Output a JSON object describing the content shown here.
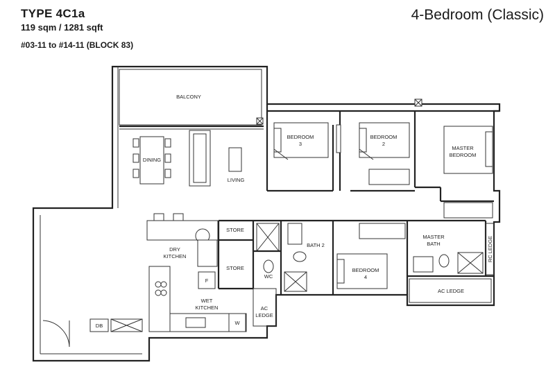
{
  "header": {
    "unit_type": "TYPE  4C1a",
    "area": "119 sqm / 1281 sqft",
    "units": "#03-11 to #14-11 (BLOCK 83)",
    "bedroom_type": "4-Bedroom (Classic)"
  },
  "rooms": {
    "balcony": "BALCONY",
    "dining": "DINING",
    "living": "LIVING",
    "bedroom3_l1": "BEDROOM",
    "bedroom3_l2": "3",
    "bedroom2_l1": "BEDROOM",
    "bedroom2_l2": "2",
    "master_bedroom_l1": "MASTER",
    "master_bedroom_l2": "BEDROOM",
    "store1": "STORE",
    "store2": "STORE",
    "dry_kitchen_l1": "DRY",
    "dry_kitchen_l2": "KITCHEN",
    "wet_kitchen_l1": "WET",
    "wet_kitchen_l2": "KITCHEN",
    "bath2": "BATH 2",
    "wc": "WC",
    "bedroom4_l1": "BEDROOM",
    "bedroom4_l2": "4",
    "master_bath_l1": "MASTER",
    "master_bath_l2": "BATH",
    "rc_ledge": "RC LEDGE",
    "ac_ledge_right": "AC LEDGE",
    "ac_ledge_left_l1": "AC",
    "ac_ledge_left_l2": "LEDGE",
    "db": "DB",
    "fridge": "F",
    "washer": "W"
  }
}
